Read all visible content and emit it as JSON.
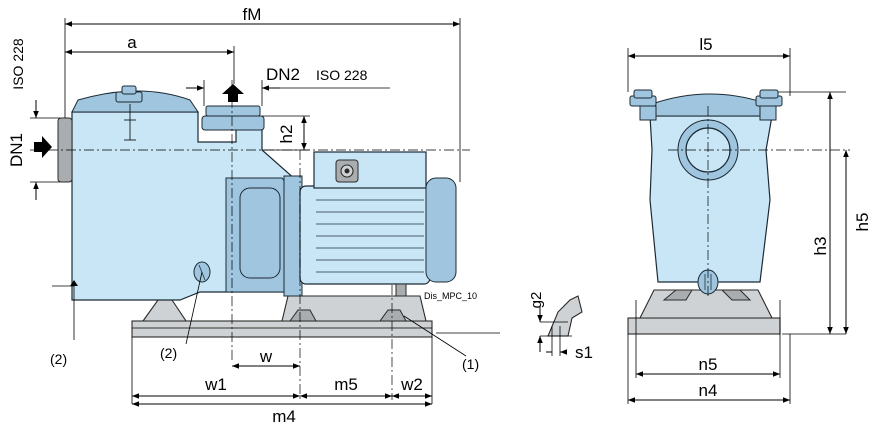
{
  "labels": {
    "fM": "fM",
    "a": "a",
    "iso_vertical": "ISO 228",
    "dn1": "DN1",
    "dn2": "DN2",
    "dn2_iso": "ISO 228",
    "h2": "h2",
    "drawing_code": "Dis_MPC_10",
    "drain_left": "(2)",
    "drain_bottom": "(2)",
    "foot_callout": "(1)",
    "w": "w",
    "w1": "w1",
    "m5": "m5",
    "w2": "w2",
    "m4": "m4",
    "g2": "g2",
    "s1": "s1",
    "l5": "l5",
    "h3": "h3",
    "h5": "h5",
    "n5": "n5",
    "n4": "n4"
  }
}
